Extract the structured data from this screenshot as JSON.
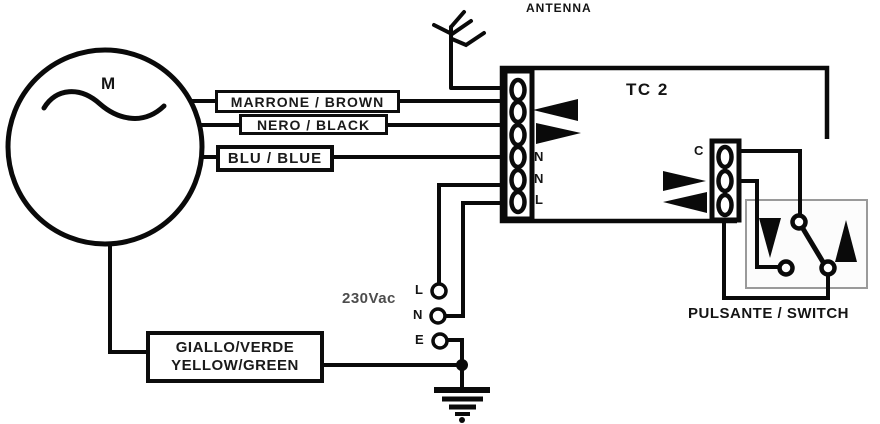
{
  "diagram": {
    "antenna_label": "ANTENNA",
    "motor_symbol": "M",
    "labels": {
      "brown": "MARRONE / BROWN",
      "black": "NERO / BLACK",
      "blue": "BLU / BLUE",
      "earth_line1": "GIALLO/VERDE",
      "earth_line2": "YELLOW/GREEN"
    },
    "control_unit": {
      "name": "TC 2",
      "input_terminals": [
        "N",
        "N",
        "L"
      ],
      "common_terminal": "C"
    },
    "power": {
      "voltage": "230Vac",
      "live": "L",
      "neutral": "N",
      "earth": "E"
    },
    "switch_label": "PULSANTE / SWITCH",
    "colors": {
      "line": "#0a0a0a",
      "switch_box_border": "#9a9a9a",
      "label_text": "#1a1a1a",
      "muted_text": "#4d4d4d",
      "background": "#ffffff"
    }
  }
}
